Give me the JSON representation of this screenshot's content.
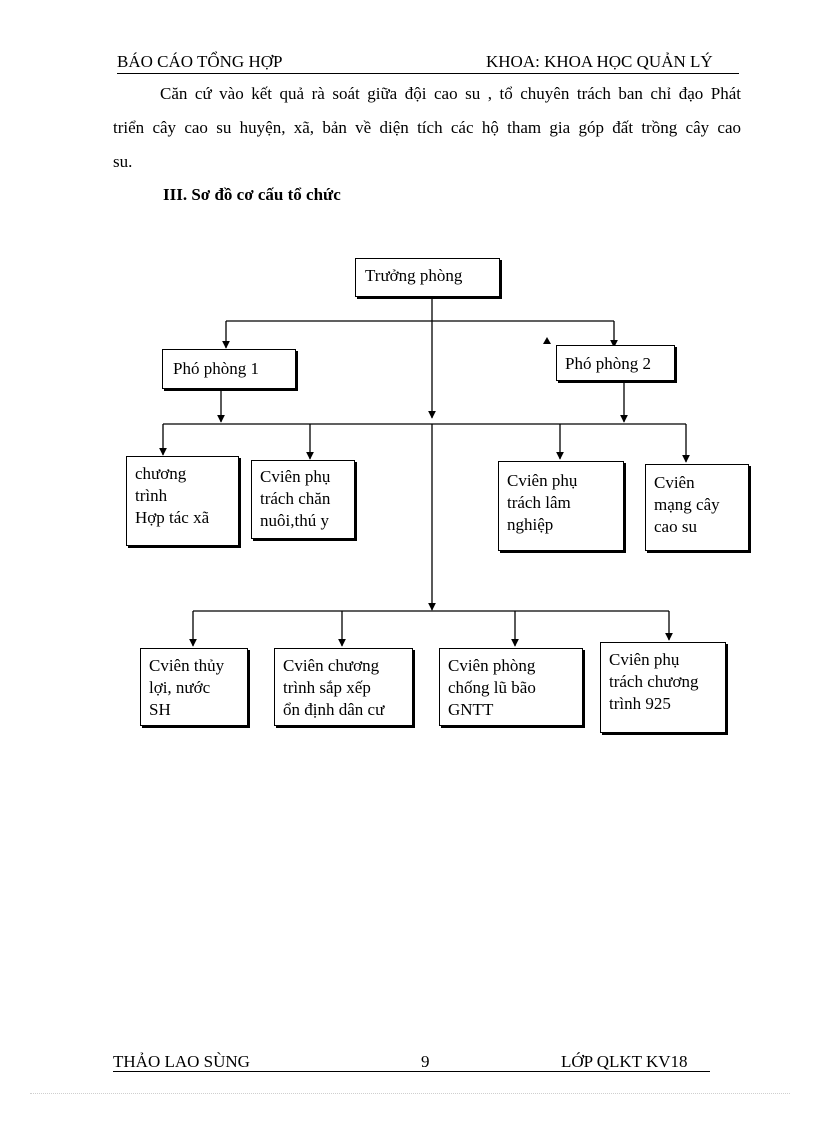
{
  "header": {
    "left": "BÁO CÁO TỔNG HỢP",
    "right": "KHOA: KHOA HỌC QUẢN LÝ"
  },
  "paragraph": {
    "lines": [
      "Căn cứ vào kết quả rà soát giữa đội cao su , tổ chuyên trách ban chỉ đạo Phát",
      "triển cây cao su huyện, xã, bản về diện tích các hộ tham gia góp đất trồng cây cao",
      "su."
    ]
  },
  "heading": "III. Sơ đồ cơ cấu tổ chức",
  "org_chart": {
    "head": "Trưởng phòng",
    "deputy_1": "Phó phòng 1",
    "deputy_2": "Phó phòng 2",
    "row1": [
      {
        "lines": [
          "chương",
          "trình",
          "Hợp tác xã"
        ]
      },
      {
        "lines": [
          "Cviên phụ",
          "trách chăn",
          "nuôi,thú y"
        ]
      },
      {
        "lines": [
          "Cviên phụ",
          "trách lâm",
          "nghiệp"
        ]
      },
      {
        "lines": [
          "Cviên",
          "mạng cây",
          "cao su"
        ]
      }
    ],
    "row2": [
      {
        "lines": [
          "Cviên thủy",
          "lợi, nước",
          "SH"
        ]
      },
      {
        "lines": [
          "Cviên chương",
          "trình sắp xếp",
          "ổn định dân cư"
        ]
      },
      {
        "lines": [
          "Cviên phòng",
          "chống lũ bão",
          "GNTT"
        ]
      },
      {
        "lines": [
          "Cviên phụ",
          "trách chương",
          "trình 925"
        ]
      }
    ]
  },
  "footer": {
    "name": "THẢO LAO SÙNG",
    "page": "9",
    "class": "LỚP QLKT KV18"
  }
}
